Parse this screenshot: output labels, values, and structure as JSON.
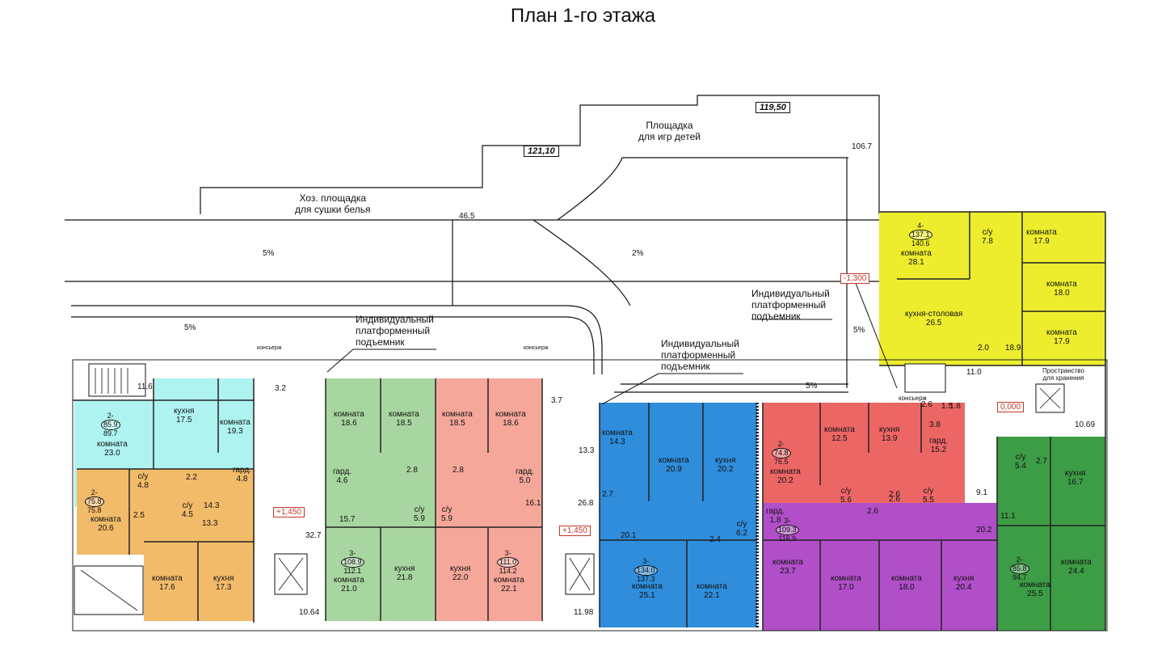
{
  "title": "План 1-го этажа",
  "colors": {
    "cyan": "#aef3f0",
    "orange": "#f2bb6a",
    "green": "#a8d6a0",
    "salmon": "#f5a79a",
    "blue": "#2f8ddb",
    "red": "#ec6666",
    "purple": "#b04fc8",
    "yellow": "#eded2e",
    "darkgreen": "#3d9c46",
    "elevation_red": "#c0392b"
  },
  "outdoor": {
    "household_area": [
      "Хоз. площадка",
      "для сушки белья"
    ],
    "playground": [
      "Площадка",
      "для игр детей"
    ],
    "elevation_121": "121,10",
    "elevation_119": "119,50",
    "value_46_5": "46.5",
    "value_106_7": "106.7",
    "slope_5_a": "5%",
    "slope_2": "2%",
    "slope_5_b": "5%",
    "slope_5_c": "5%",
    "slope_5_d": "5%"
  },
  "annotations": {
    "lift_1": [
      "Индивидуальный",
      "платформенный",
      "подъемник"
    ],
    "lift_2": [
      "Индивидуальный",
      "платформенный",
      "подъемник"
    ],
    "lift_3": [
      "Индивидуальный",
      "платформенный",
      "подъемник"
    ]
  },
  "markers": {
    "minus_1300": "-1,300",
    "plus_1450_a": "+1,450",
    "plus_1450_b": "+1,450",
    "zero": "0,000",
    "dim_10_64": "10.64",
    "dim_11_98": "11.98",
    "dim_10_69": "10.69",
    "dim_32_7": "32.7",
    "dim_26_8": "26.8",
    "dim_13_3": "13.3",
    "dim_15_7": "15.7",
    "dim_11_6": "11.6",
    "dim_3_2": "3.2",
    "dim_3_7": "3.7",
    "dim_9_1": "9.1",
    "dim_11_0": "11.0",
    "dim_2_6": "2.6",
    "dim_1_8": "1.8",
    "storage": [
      "Пространство",
      "для хранения"
    ],
    "concierge_1": "консьерж",
    "concierge_2": "консьерж",
    "concierge_3": "консьерж"
  },
  "apartments": [
    {
      "badge": "2",
      "area_a": "85.9",
      "area_b": "89.7"
    },
    {
      "badge": "2",
      "area_a": "75.8",
      "area_b": "75.8"
    },
    {
      "badge": "3",
      "area_a": "108.9",
      "area_b": "112.1"
    },
    {
      "badge": "3",
      "area_a": "111.0",
      "area_b": "114.2"
    },
    {
      "badge": "3",
      "area_a": "134.0",
      "area_b": "137.3"
    },
    {
      "badge": "2",
      "area_a": "74.8",
      "area_b": "76.5"
    },
    {
      "badge": "3",
      "area_a": "109.3",
      "area_b": "116.9"
    },
    {
      "badge": "4",
      "area_a": "137.1",
      "area_b": "140.6"
    },
    {
      "badge": "2",
      "area_a": "85.8",
      "area_b": "94.7"
    }
  ],
  "rooms": [
    {
      "name": "кухня",
      "area": "17.5"
    },
    {
      "name": "комната",
      "area": "19.3"
    },
    {
      "name": "комната",
      "area": "23.0"
    },
    {
      "name": "гард.",
      "area": "4.8"
    },
    {
      "name": "с/у",
      "area": "4.8"
    },
    {
      "name": "с/у",
      "area": "4.5"
    },
    {
      "name": "комната",
      "area": "20.6"
    },
    {
      "name": "комната",
      "area": "17.6"
    },
    {
      "name": "кухня",
      "area": "17.3"
    },
    {
      "name": "комната",
      "area": "18.6"
    },
    {
      "name": "комната",
      "area": "18.5"
    },
    {
      "name": "комната",
      "area": "18.5"
    },
    {
      "name": "комната",
      "area": "18.6"
    },
    {
      "name": "гард.",
      "area": "4.6"
    },
    {
      "name": "гард.",
      "area": "5.0"
    },
    {
      "name": "с/у",
      "area": "5.9"
    },
    {
      "name": "с/у",
      "area": "5.9"
    },
    {
      "name": "комната",
      "area": "21.0"
    },
    {
      "name": "кухня",
      "area": "21.8"
    },
    {
      "name": "кухня",
      "area": "22.0"
    },
    {
      "name": "комната",
      "area": "22.1"
    },
    {
      "name": "комната",
      "area": "14.3"
    },
    {
      "name": "комната",
      "area": "20.9"
    },
    {
      "name": "кухня",
      "area": "20.2"
    },
    {
      "name": "с/у",
      "area": "6.2"
    },
    {
      "name": "комната",
      "area": "25.1"
    },
    {
      "name": "комната",
      "area": "22.1"
    },
    {
      "name": "комната",
      "area": "12.5"
    },
    {
      "name": "кухня",
      "area": "13.9"
    },
    {
      "name": "гард.",
      "area": "15.2"
    },
    {
      "name": "комната",
      "area": "20.2"
    },
    {
      "name": "с/у",
      "area": "5.6"
    },
    {
      "name": "с/у",
      "area": "5.5"
    },
    {
      "name": "гард.",
      "area": "1.8"
    },
    {
      "name": "комната",
      "area": "23.7"
    },
    {
      "name": "комната",
      "area": "17.0"
    },
    {
      "name": "комната",
      "area": "18.0"
    },
    {
      "name": "кухня",
      "area": "20.4"
    },
    {
      "name": "с/у",
      "area": "7.8"
    },
    {
      "name": "комната",
      "area": "17.9"
    },
    {
      "name": "комната",
      "area": "28.1"
    },
    {
      "name": "комната",
      "area": "18.0"
    },
    {
      "name": "кухня-столовая",
      "area": "26.5"
    },
    {
      "name": "комната",
      "area": "17.9"
    },
    {
      "name": "с/у",
      "area": "5.4"
    },
    {
      "name": "кухня",
      "area": "16.7"
    },
    {
      "name": "комната",
      "area": "24.4"
    },
    {
      "name": "комната",
      "area": "25.5"
    }
  ],
  "small_values": [
    "14.3",
    "13.3",
    "2.5",
    "2.2",
    "2.8",
    "2.8",
    "16.1",
    "2.7",
    "20.1",
    "2.4",
    "2.6",
    "2.6",
    "20.2",
    "11.1",
    "2.7",
    "18.9",
    "2.0",
    "2.6",
    "1.5",
    "3.8"
  ]
}
